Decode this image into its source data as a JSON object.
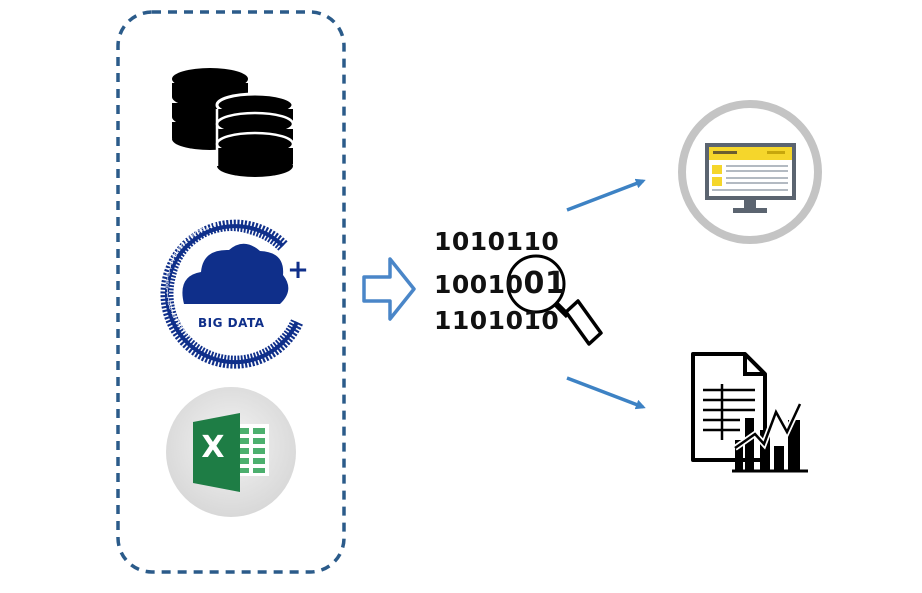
{
  "sources_group": {
    "items": [
      {
        "icon": "database-icon"
      },
      {
        "icon": "big-data-cloud-icon",
        "label": "BIG DATA",
        "ring_text": "0100110001011110101000110010110100111001011010100110100110",
        "plus": "+"
      },
      {
        "icon": "excel-icon",
        "letter": "X"
      }
    ]
  },
  "process": {
    "binary_lines": [
      "1010110",
      "10010",
      "1101010"
    ],
    "magnified": "01"
  },
  "outputs": [
    {
      "icon": "web-dashboard-monitor-icon"
    },
    {
      "icon": "report-chart-icon"
    }
  ],
  "colors": {
    "dashed_border": "#2b5b8a",
    "arrow": "#3d82c4",
    "bigdata_blue": "#0f2f8a",
    "excel_green": "#1e7d45",
    "monitor_yellow": "#f5d62b"
  }
}
